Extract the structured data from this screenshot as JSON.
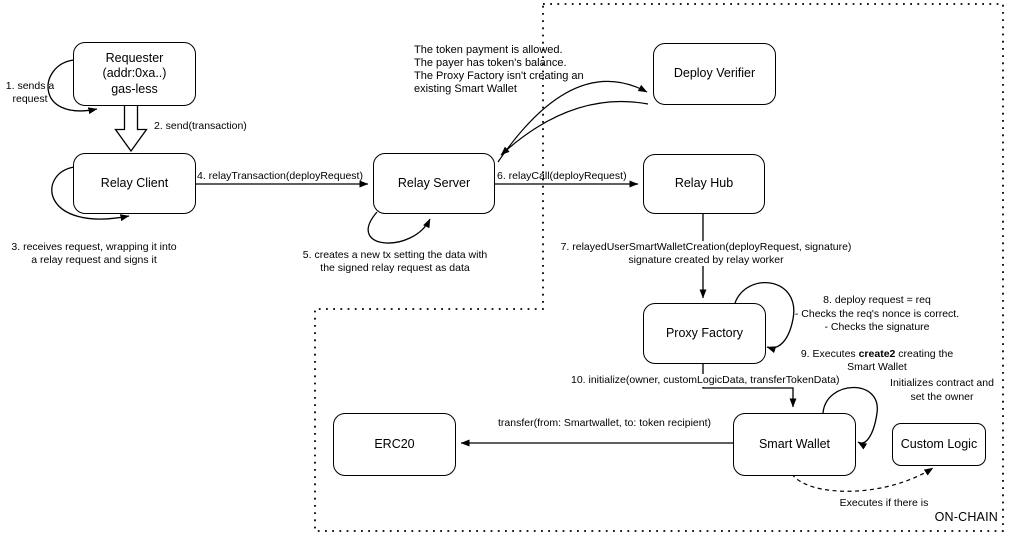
{
  "nodes": {
    "requester": {
      "label": "Requester\n(addr:0xa..)\ngas-less"
    },
    "relay_client": {
      "label": "Relay Client"
    },
    "relay_server": {
      "label": "Relay Server"
    },
    "deploy_verifier": {
      "label": "Deploy Verifier"
    },
    "relay_hub": {
      "label": "Relay Hub"
    },
    "proxy_factory": {
      "label": "Proxy Factory"
    },
    "smart_wallet": {
      "label": "Smart Wallet"
    },
    "custom_logic": {
      "label": "Custom Logic"
    },
    "erc20": {
      "label": "ERC20"
    }
  },
  "annotations": {
    "step1": "1. sends a\nrequest",
    "step2": "2. send(transaction)",
    "step3": "3. receives request, wrapping it into\na relay request and signs it",
    "step4": "4. relayTransaction(deployRequest)",
    "step5": "5. creates a new tx setting the data with\nthe signed relay request as data",
    "step6": "6. relayCall(deployRequest)",
    "step7": "7. relayedUserSmartWalletCreation(deployRequest, signature)\nsignature created by relay worker",
    "verifier_checks": "The token payment is allowed.\nThe payer has token's balance.\nThe Proxy Factory isn't creating an\nexisting Smart Wallet",
    "step8": "8. deploy request = req\n- Checks the req's nonce is correct.\n- Checks the signature",
    "step9_before": "9. Executes ",
    "step9_bold": "create2",
    "step9_after": " creating the\nSmart Wallet",
    "step10": "10. initialize(owner, customLogicData, transferTokenData)",
    "init_note": "Initializes contract and\nset the owner",
    "transfer_label": "transfer(from: Smartwallet, to: token recipient)",
    "executes_note": "Executes if there is",
    "onchain_label": "ON-CHAIN"
  },
  "colors": {
    "stroke": "#000000",
    "background": "#ffffff"
  }
}
